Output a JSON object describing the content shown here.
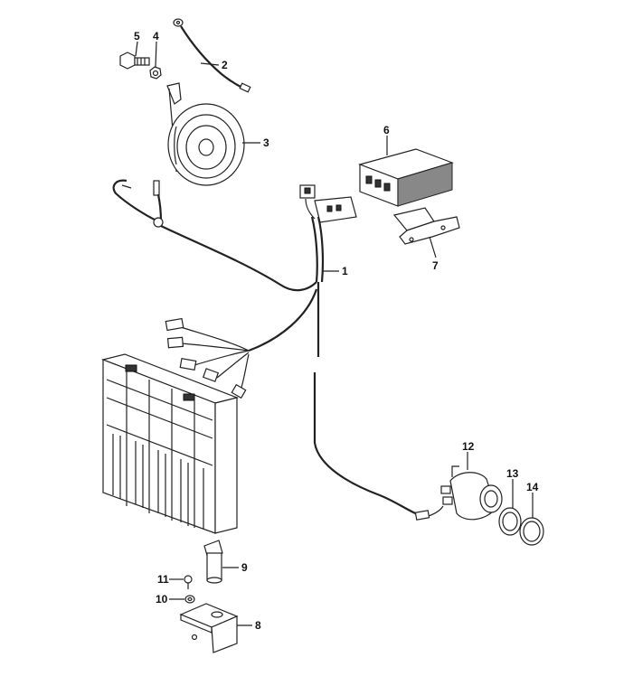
{
  "diagram": {
    "callouts": {
      "p1": "1",
      "p2": "2",
      "p3": "3",
      "p4": "4",
      "p5": "5",
      "p6": "6",
      "p7": "7",
      "p8": "8",
      "p9": "9",
      "p10": "10",
      "p11": "11",
      "p12": "12",
      "p13": "13",
      "p14": "14"
    }
  }
}
